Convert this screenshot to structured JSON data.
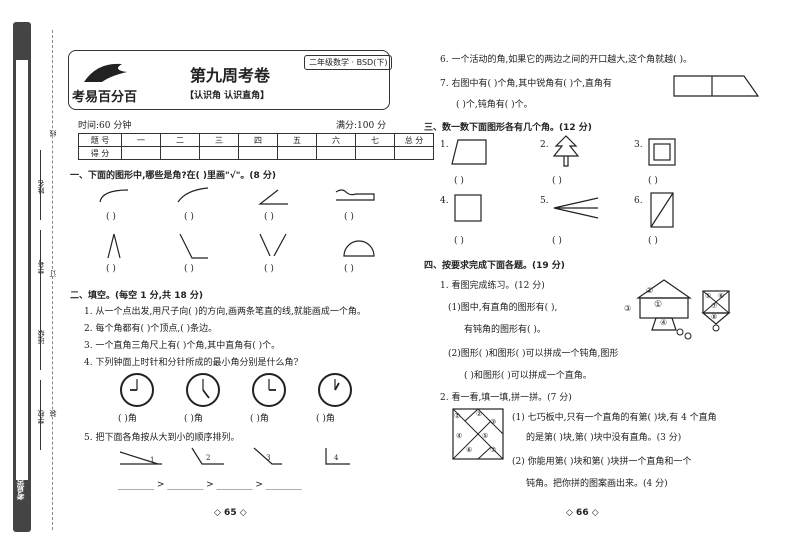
{
  "sidebar": {
    "labels": [
      "姓名",
      "学号",
      "班级",
      "学校"
    ],
    "fold_marks": [
      "线",
      "订",
      "装"
    ],
    "brand": "考易百分百"
  },
  "left_page": {
    "brand": "考易百分百",
    "title": "第九周考卷",
    "subtitle": "【认识角  认识直角】",
    "grade_tag": "二年级数学 · BSD(下)",
    "time": "时间:60 分钟",
    "full_score": "满分:100 分",
    "score_table": {
      "header": [
        "题 号",
        "一",
        "二",
        "三",
        "四",
        "五",
        "六",
        "七",
        "总 分"
      ],
      "row_label": "得 分"
    },
    "section1": "一、下面的图形中,哪些是角?在(    )里画\"√\"。(8 分)",
    "paren": "(    )",
    "section2": "二、填空。(每空 1 分,共 18 分)",
    "q1": "1. 从一个点出发,用尺子向(     )的方向,画两条笔直的线,就能画成一个角。",
    "q2": "2. 每个角都有(     )个顶点,(     )条边。",
    "q3": "3. 一个直角三角尺上有(     )个角,其中直角有(     )个。",
    "q4": "4. 下列钟面上时针和分针所成的最小角分别是什么角?",
    "clock_answers": [
      "(     )角",
      "(     )角",
      "(     )角",
      "(     )角"
    ],
    "q5": "5. 把下面各角按从大到小的顺序排列。",
    "angle_labels": [
      "1",
      "2",
      "3",
      "4"
    ],
    "order_line": "________ > ________ > ________ > ________",
    "page_number": "◇ 65 ◇"
  },
  "right_page": {
    "q6": "6. 一个活动的角,如果它的两边之间的开口越大,这个角就越(     )。",
    "q7a": "7. 右图中有(     )个角,其中锐角有(     )个,直角有",
    "q7b": "(     )个,钝角有(     )个。",
    "section3": "三、数一数下面图形各有几个角。(12 分)",
    "shape_nums": [
      "1.",
      "2.",
      "3.",
      "4.",
      "5.",
      "6."
    ],
    "paren": "(    )",
    "section4": "四、按要求完成下面各题。(19 分)",
    "p1": "1. 看图完成练习。(12 分)",
    "p1a": "(1)图中,有直角的图形有(               ),",
    "p1b": "有钝角的图形有(          )。",
    "p1c": "(2)图形(     )和图形(     )可以拼成一个钝角,图形",
    "p1d": "(     )和图形(     )可以拼成一个直角。",
    "house_nums": [
      "①",
      "②",
      "③",
      "④"
    ],
    "shield_nums": [
      "⑤",
      "⑥",
      "⑦",
      "⑧"
    ],
    "p2": "2. 看一看,填一填,拼一拼。(7 分)",
    "p2a": "(1) 七巧板中,只有一个直角的有第(     )块,有 4 个直角",
    "p2b": "的是第(     )块,第(     )块中没有直角。(3 分)",
    "p2c": "(2) 你能用第(     )块和第(     )块拼一个直角和一个",
    "p2d": "钝角。把你拼的图案画出来。(4 分)",
    "tangram_nums": [
      "①",
      "②",
      "③",
      "④",
      "⑤",
      "⑥",
      "⑦"
    ],
    "page_number": "◇ 66 ◇"
  }
}
